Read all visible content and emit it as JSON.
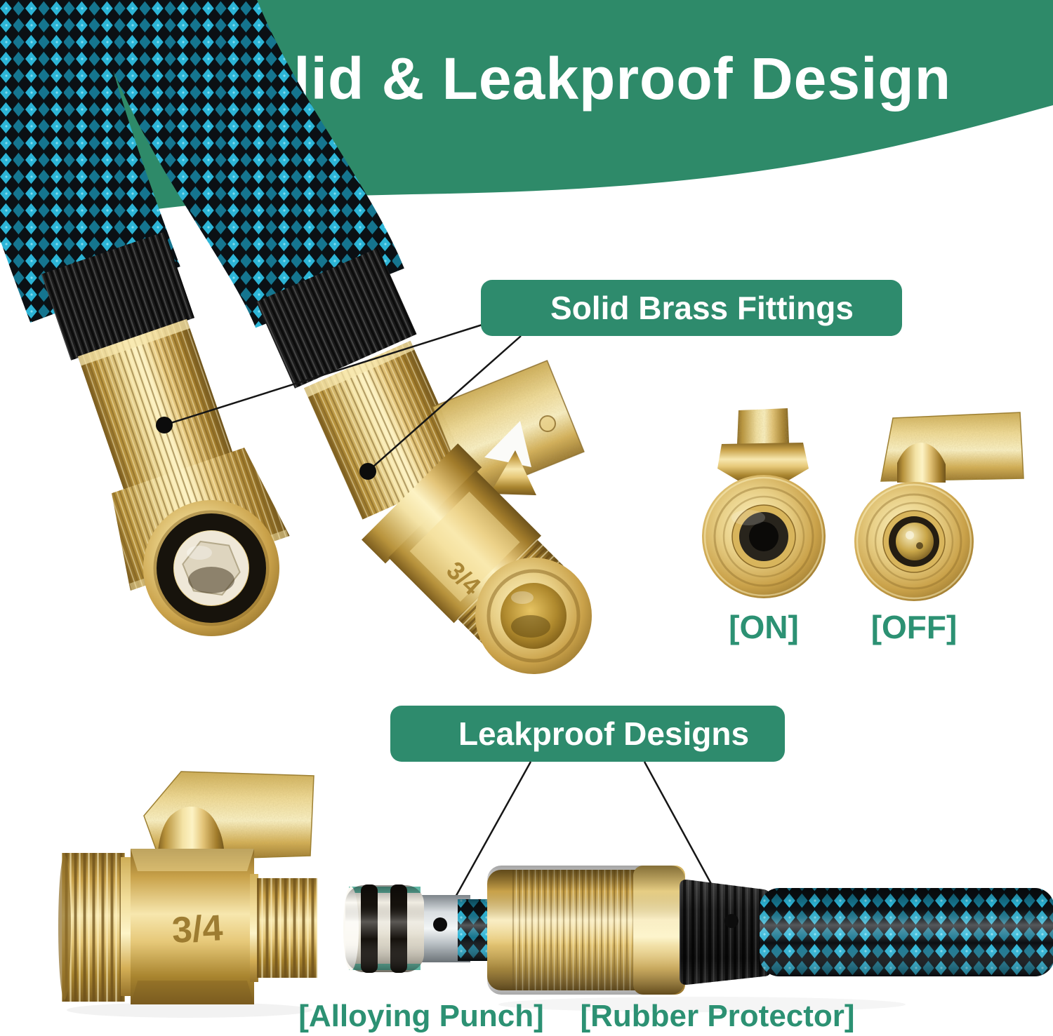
{
  "title": "Solid & Leakproof Design",
  "callouts": {
    "solid_brass": {
      "label": "Solid Brass Fittings"
    },
    "leakproof": {
      "label": "Leakproof Designs"
    }
  },
  "valve_states": {
    "on": "[ON]",
    "off": "[OFF]"
  },
  "part_labels": {
    "alloying_punch": "[Alloying Punch]",
    "rubber_protector": "[Rubber Protector]"
  },
  "engravings": {
    "valve_size": "3/4"
  },
  "colors": {
    "header_green": "#2e8a69",
    "box_green": "#2e8b6d",
    "bracket_green": "#2c9173",
    "title_white": "#ffffff",
    "callout_line": "#161616",
    "hose_teal": "#2cb4d6",
    "brass_gold": "#d9b456"
  }
}
